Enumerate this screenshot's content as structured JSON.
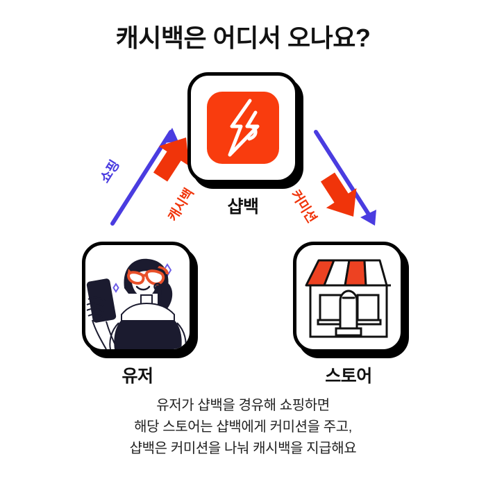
{
  "page": {
    "title": "캐시백은 어디서 오나요?",
    "background_color": "#ffffff"
  },
  "colors": {
    "brand_orange": "#F93C0E",
    "arrow_red": "#F0340A",
    "arrow_blue": "#4A3CE0",
    "ink": "#111111",
    "card_border": "#000000",
    "illustration_navy": "#1B1B2F"
  },
  "nodes": [
    {
      "id": "shopback",
      "label": "샵백",
      "icon": "shopback-lightning-logo",
      "position": "top-center"
    },
    {
      "id": "user",
      "label": "유저",
      "icon": "user-with-phone-illustration",
      "position": "bottom-left"
    },
    {
      "id": "store",
      "label": "스토어",
      "icon": "storefront-illustration",
      "position": "bottom-right"
    }
  ],
  "edges": [
    {
      "id": "shopping",
      "label": "쇼핑",
      "color": "#4A3CE0",
      "style": "line-arrow",
      "from": "user",
      "to": "shopback"
    },
    {
      "id": "cashback",
      "label": "캐시백",
      "color": "#F0340A",
      "style": "block-arrow",
      "from": "shopback",
      "to": "user"
    },
    {
      "id": "payout",
      "label": "",
      "color": "#4A3CE0",
      "style": "line-arrow",
      "from": "shopback",
      "to": "store"
    },
    {
      "id": "commission",
      "label": "커미션",
      "color": "#F0340A",
      "style": "block-arrow",
      "from": "store",
      "to": "shopback"
    }
  ],
  "caption": {
    "line1": "유저가 샵백을 경유해 쇼핑하면",
    "line2": "해당 스토어는 샵백에게 커미션을 주고,",
    "line3": "샵백은 커미션을 나눠 캐시백을 지급해요"
  }
}
